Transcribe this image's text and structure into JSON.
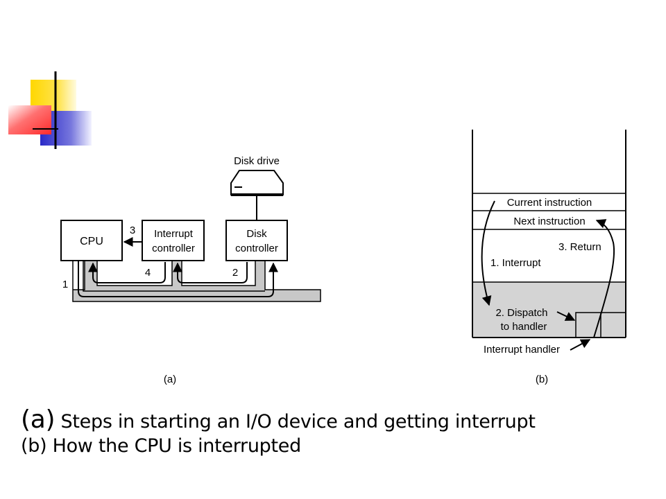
{
  "diagram_a": {
    "disk_drive": "Disk drive",
    "cpu": "CPU",
    "interrupt_controller": [
      "Interrupt",
      "controller"
    ],
    "disk_controller": [
      "Disk",
      "controller"
    ],
    "step1": "1",
    "step2": "2",
    "step3": "3",
    "step4": "4",
    "label": "(a)"
  },
  "diagram_b": {
    "current_instruction": "Current instruction",
    "next_instruction": "Next instruction",
    "interrupt": "1. Interrupt",
    "return": "3. Return",
    "dispatch": [
      "2. Dispatch",
      "to handler"
    ],
    "handler": "Interrupt handler",
    "label": "(b)"
  },
  "caption": {
    "a_marker": "(a)",
    "a_text": " Steps in starting an I/O device and getting interrupt",
    "b_text": "(b) How the CPU is interrupted"
  },
  "colors": {
    "logo_yellow": "#ffd700",
    "logo_blue": "#3333cc",
    "logo_red": "#ff3333",
    "bus_gray": "#c8c8c8",
    "stack_gray": "#d4d4d4"
  }
}
